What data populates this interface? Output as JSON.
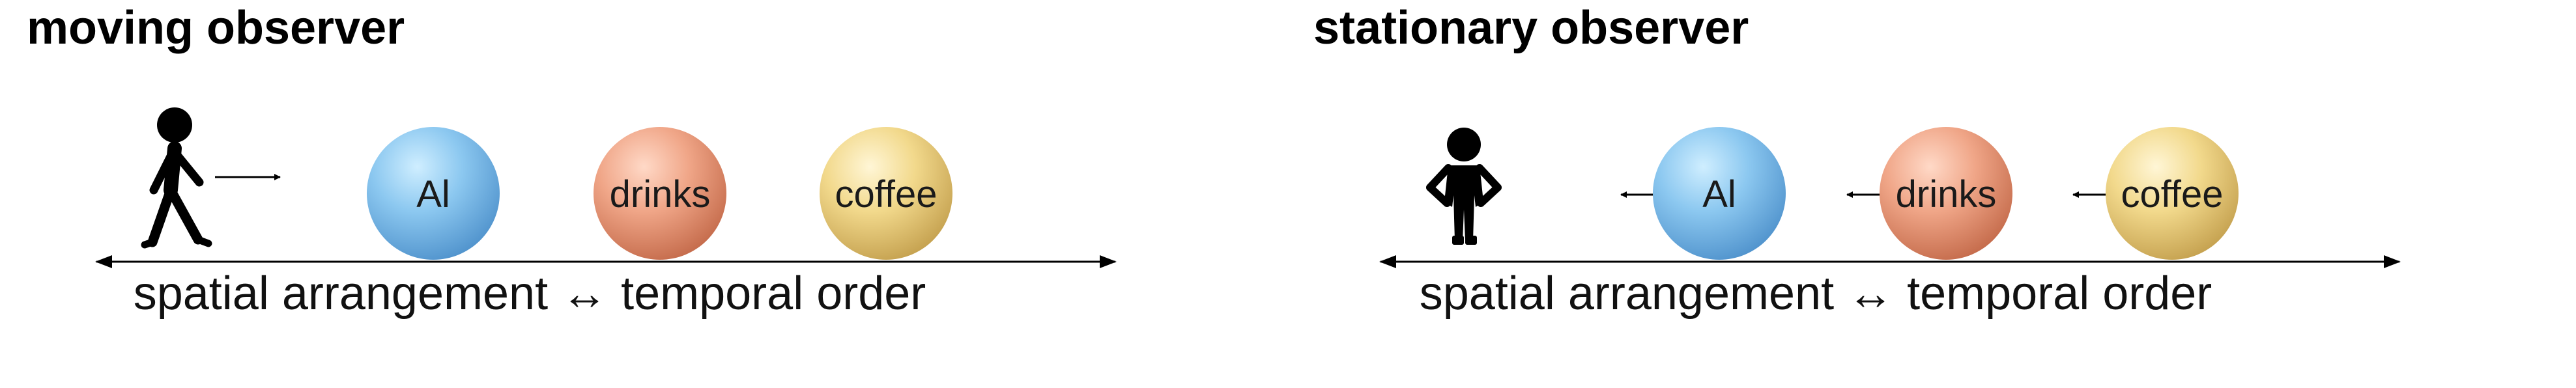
{
  "panels": [
    {
      "title": "moving observer",
      "figure_icon": "walking-person-icon",
      "balls": [
        {
          "label": "Al",
          "color": "#8cc8f0"
        },
        {
          "label": "drinks",
          "color": "#f0a688"
        },
        {
          "label": "coffee",
          "color": "#f2d98c"
        }
      ],
      "axis_caption": "spatial arrangement ↔ temporal order"
    },
    {
      "title": "stationary observer",
      "figure_icon": "standing-person-icon",
      "balls": [
        {
          "label": "Al",
          "color": "#8cc8f0"
        },
        {
          "label": "drinks",
          "color": "#f0a688"
        },
        {
          "label": "coffee",
          "color": "#f2d98c"
        }
      ],
      "axis_caption": "spatial arrangement ↔ temporal order"
    }
  ]
}
